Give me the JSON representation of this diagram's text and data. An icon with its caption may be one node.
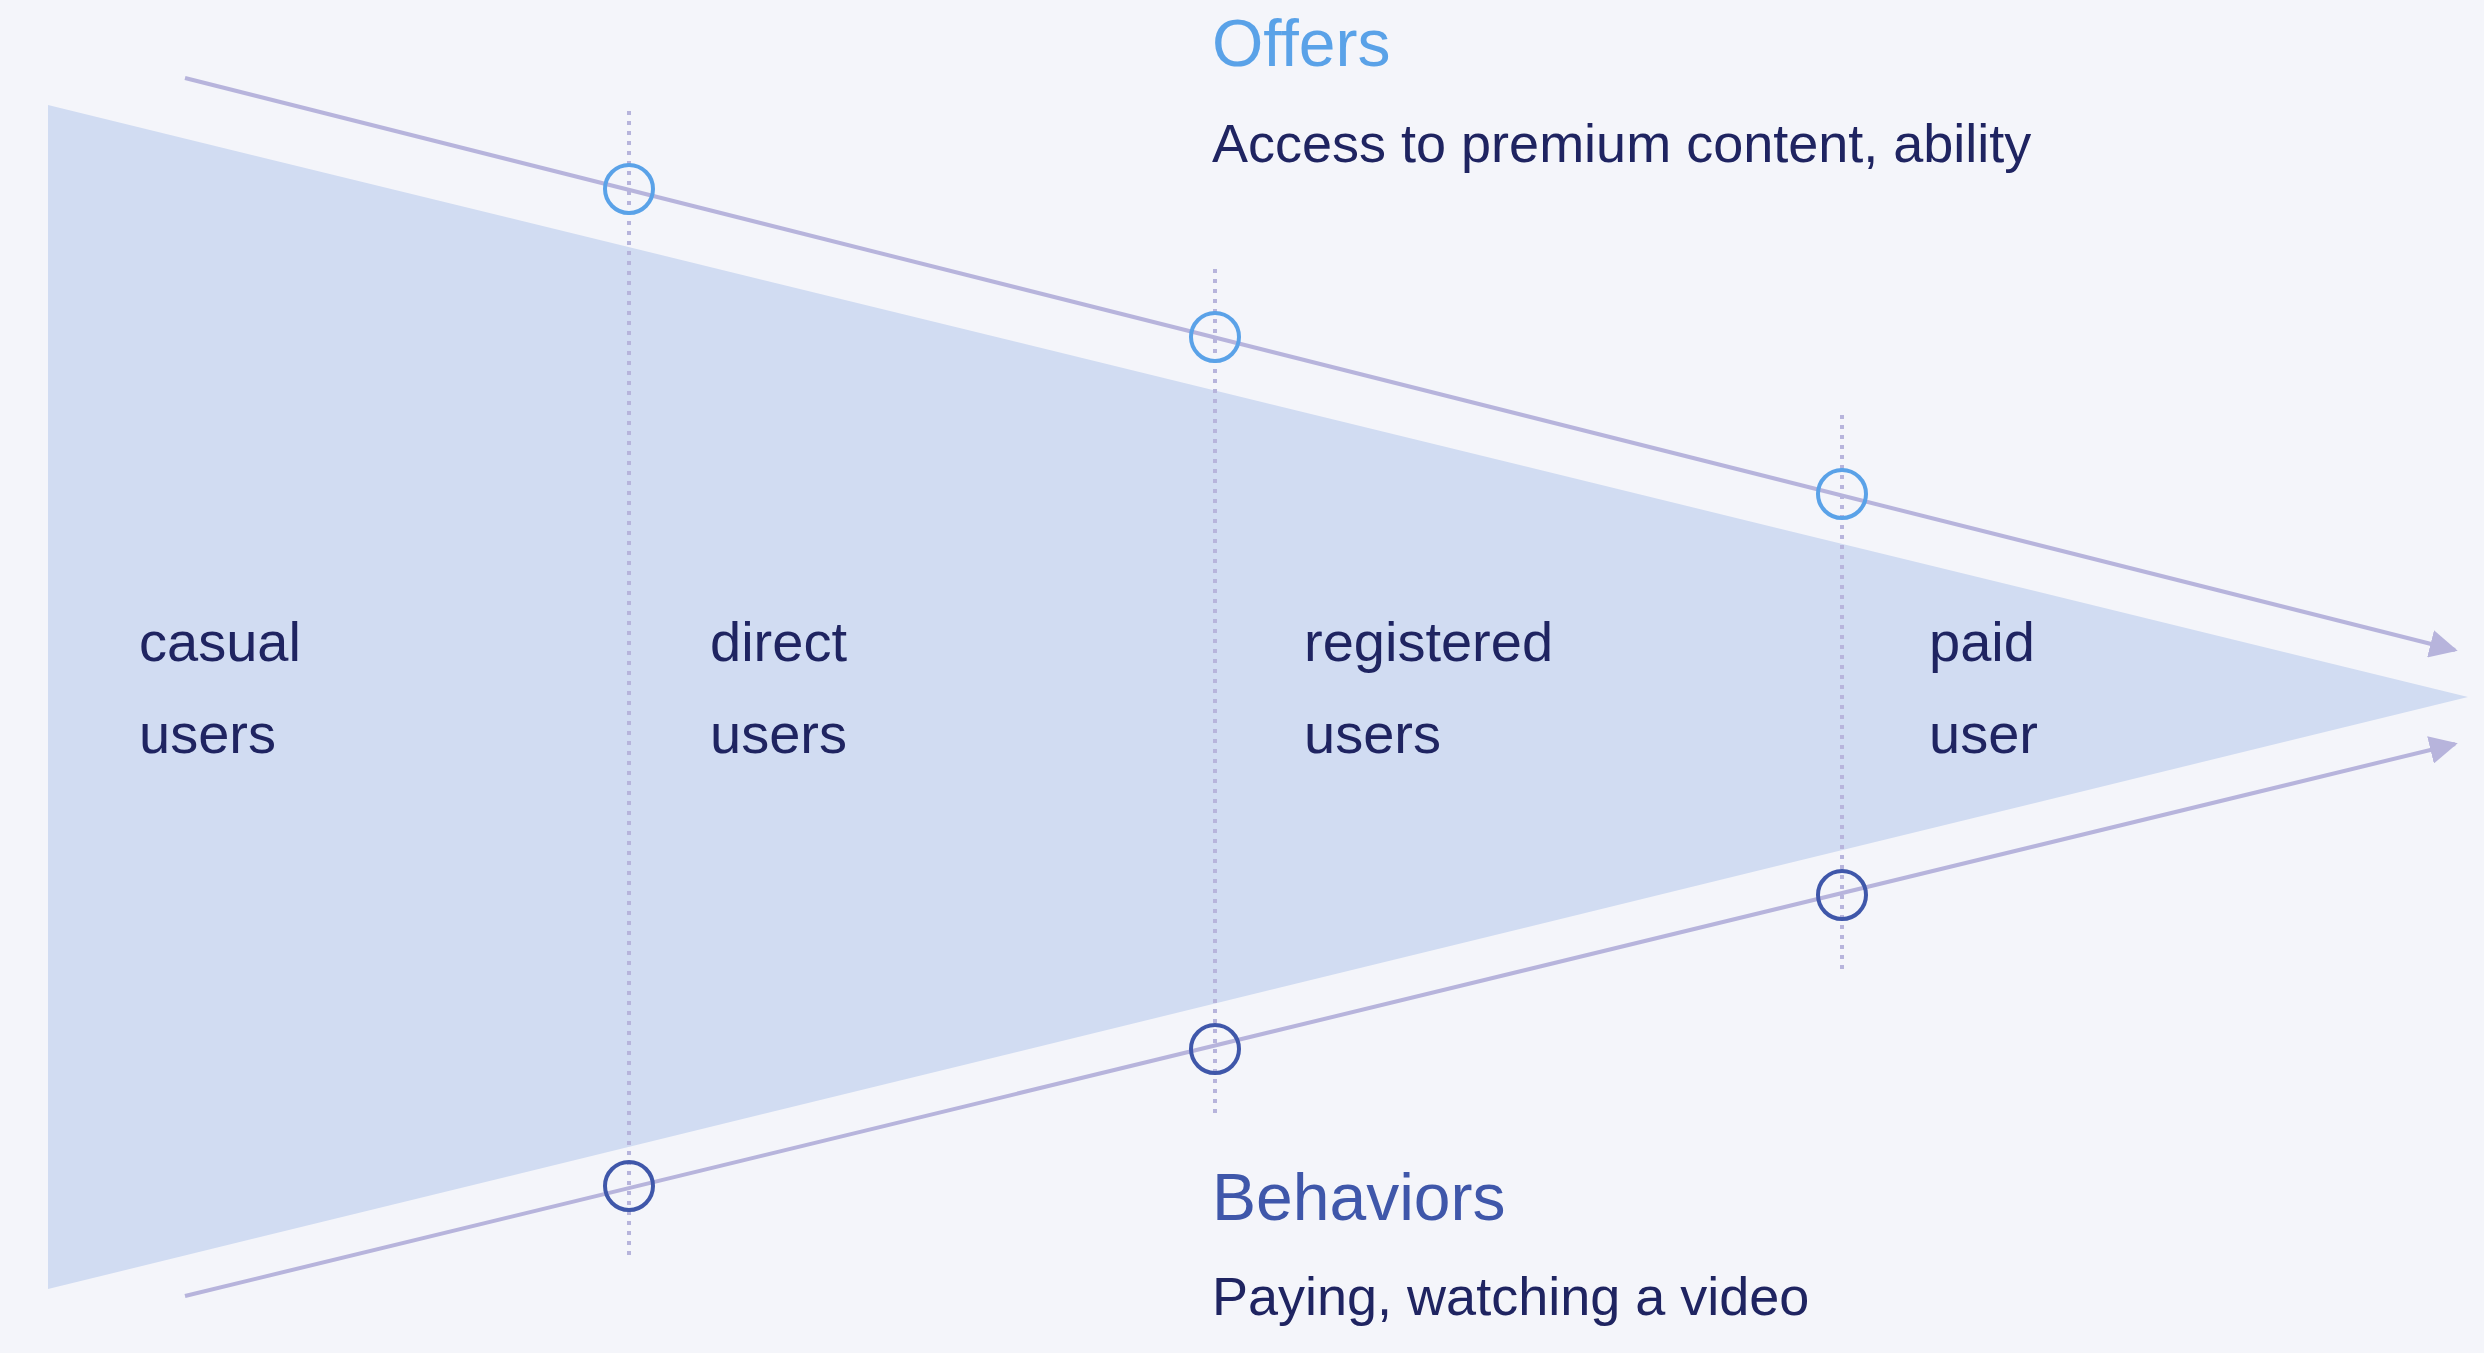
{
  "diagram": {
    "labels": [
      "Offers",
      "Access to premium content, ability",
      "casual users",
      "direct users",
      "registered users",
      "paid user",
      "Behaviors",
      "Paying, watching a video"
    ]
  }
}
